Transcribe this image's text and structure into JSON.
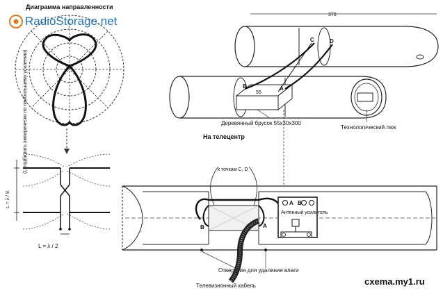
{
  "watermark": {
    "brand": "RadioStorage.net",
    "brand_color": "#1e73be"
  },
  "polar": {
    "title": "Диаграмма направленности"
  },
  "dipole": {
    "lambda_8": "L =  λ / 8",
    "vertical_note": "(L подбирать эмпирически по наибольшему усилению)",
    "lambda_2": "L =  λ / 2"
  },
  "pipes": {
    "dimension": "370",
    "point_c": "C",
    "point_d": "D",
    "point_a": "A",
    "point_b": "B",
    "block_dim": "55",
    "block_label": "Деревянный брусок 55x30x300",
    "hatch_label": "Технологический люк",
    "tv_center": "На телецентр"
  },
  "detail": {
    "to_points": "к точкам  C, D",
    "amp_a": "A",
    "amp_b": "B",
    "amp_label": "Антенный усилитель",
    "left_b": "B",
    "right_a": "A",
    "holes_label": "Отверстия для удаления влаги",
    "cable_label": "Телевизионный кабель"
  },
  "footer": {
    "site": "cxema.my1.ru"
  }
}
